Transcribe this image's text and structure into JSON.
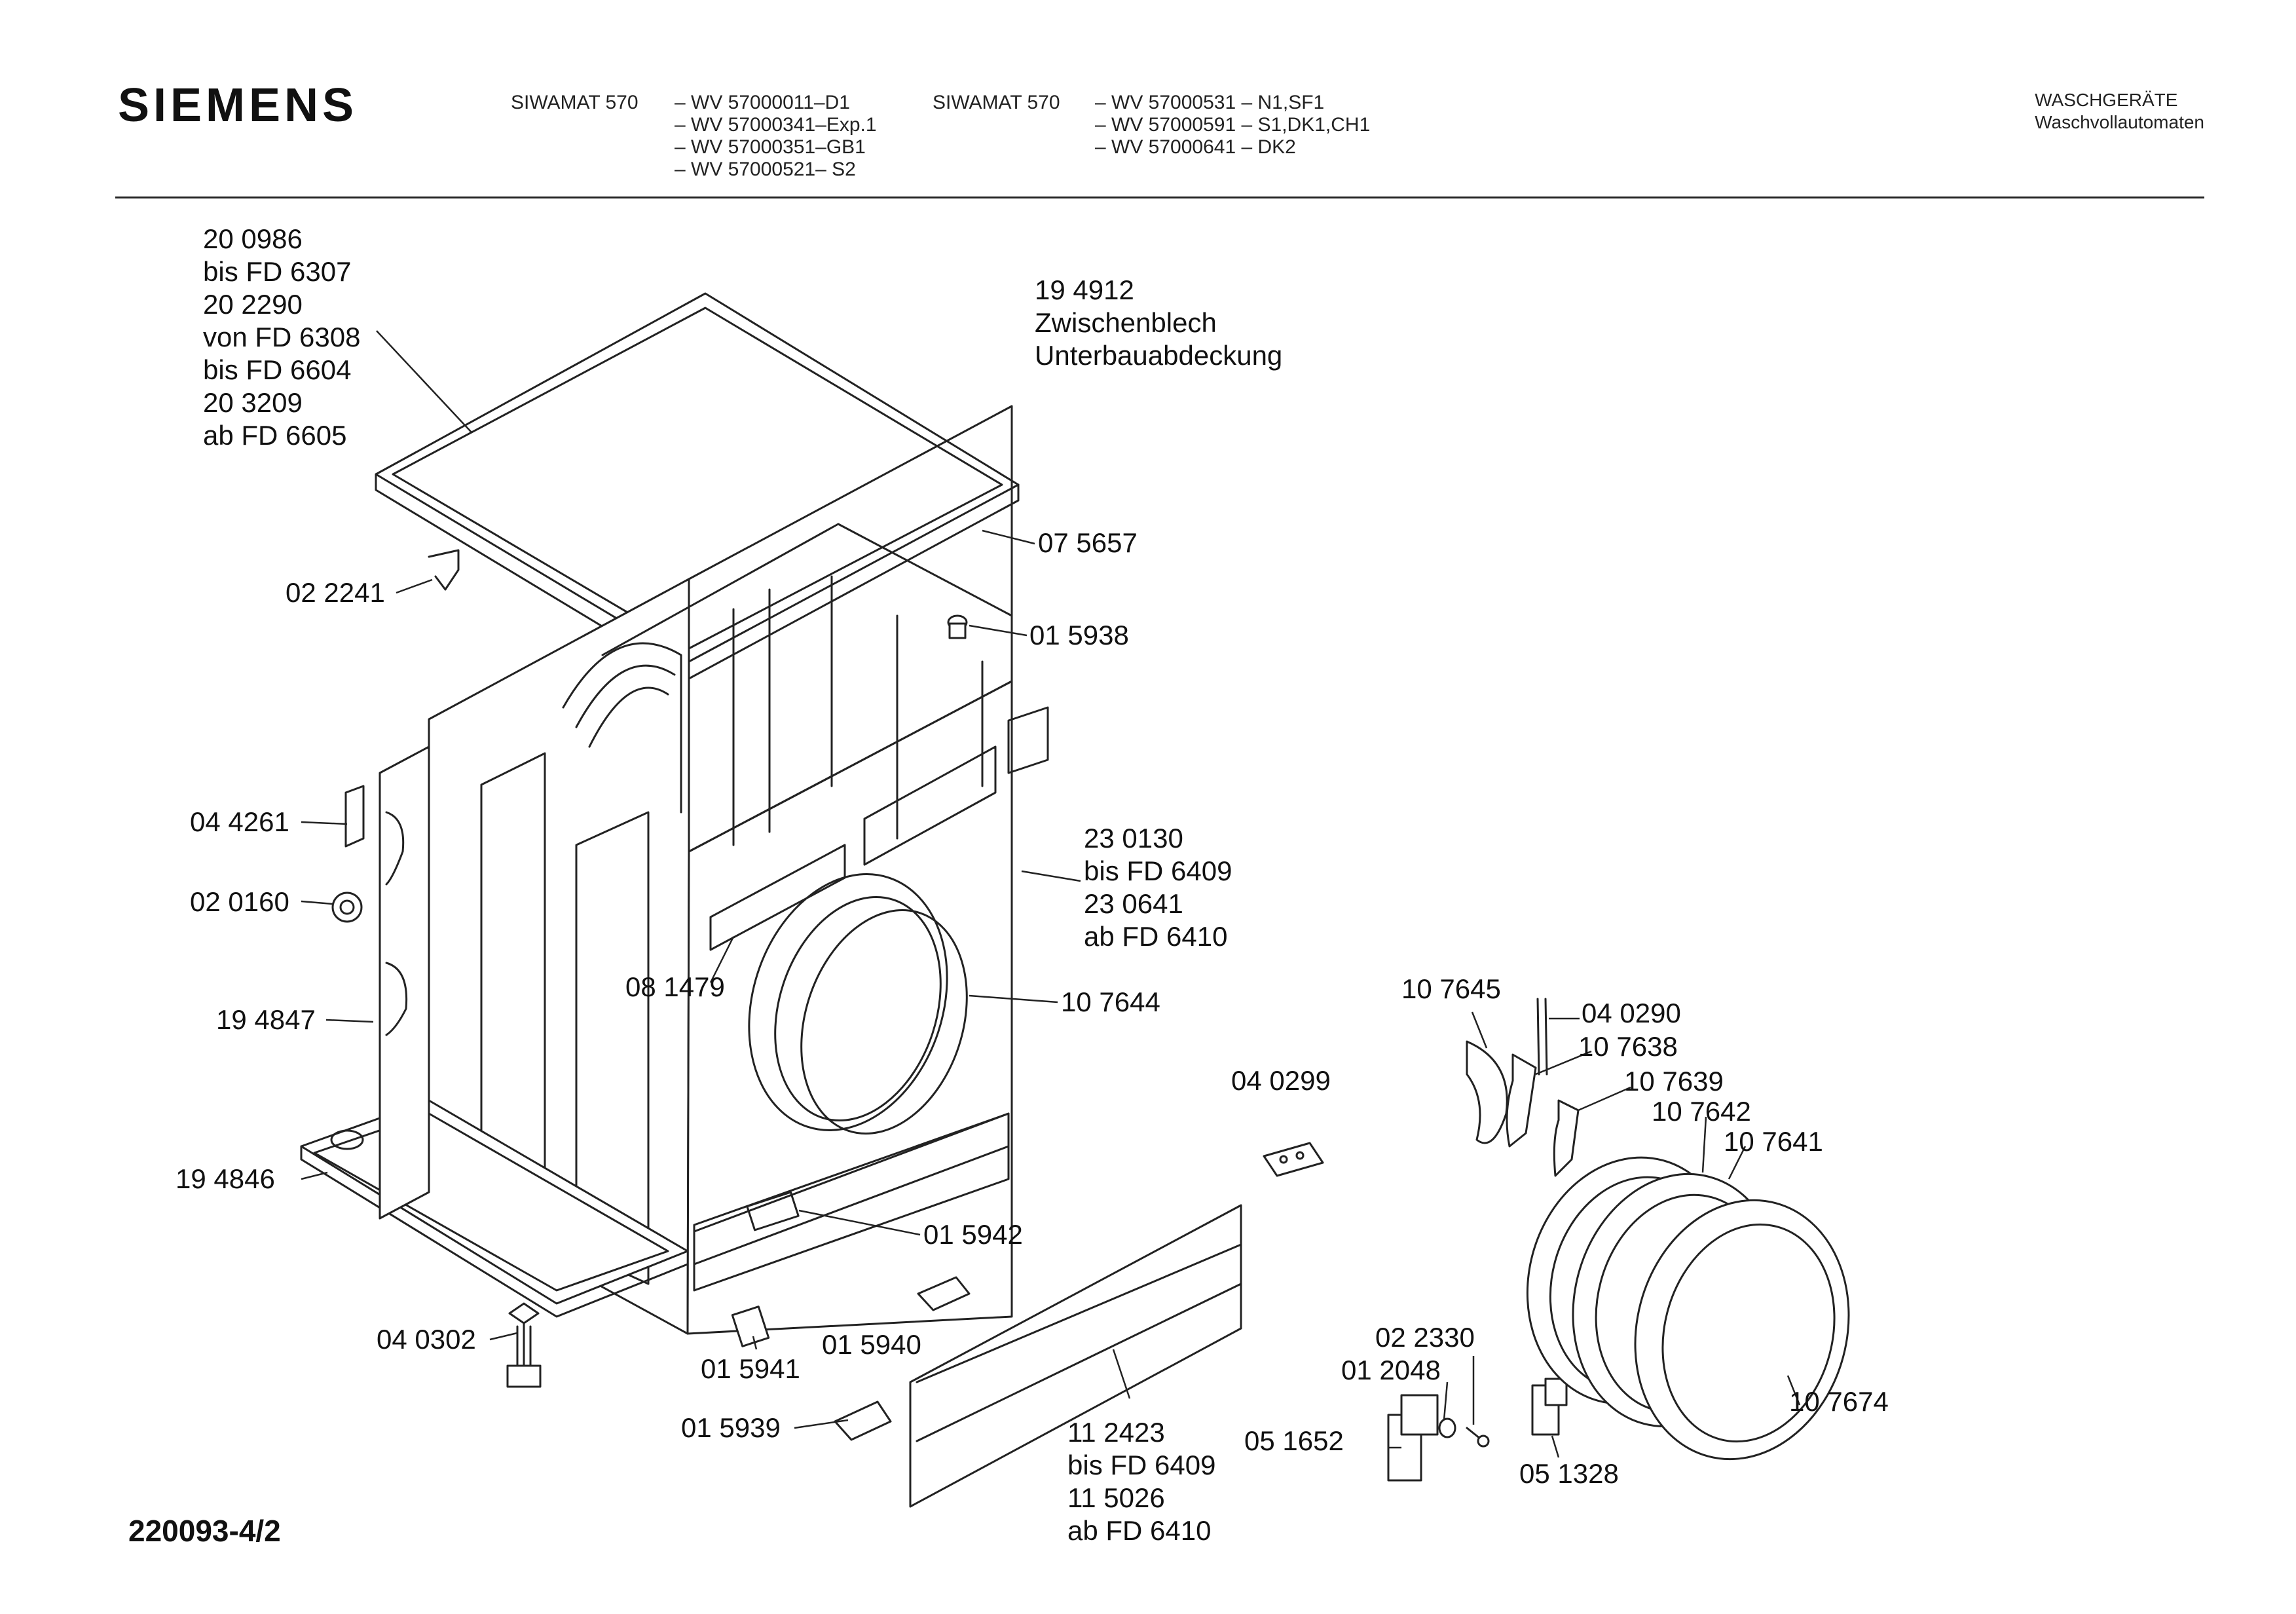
{
  "header": {
    "brand": "SIEMENS",
    "model_block_left": {
      "model": "SIWAMAT 570",
      "variants": [
        "– WV 57000011–D1",
        "– WV 57000341–Exp.1",
        "– WV 57000351–GB1",
        "– WV 57000521– S2"
      ]
    },
    "model_block_right": {
      "model": "SIWAMAT 570",
      "variants": [
        "– WV 57000531 – N1,SF1",
        "– WV 57000591 – S1,DK1,CH1",
        "– WV 57000641 – DK2"
      ]
    },
    "category": [
      "WASCHGERÄTE",
      "Waschvollautomaten"
    ]
  },
  "part_labels": {
    "top_cover": [
      "20 0986",
      "bis FD 6307",
      "20 2290",
      "von FD 6308",
      "bis FD 6604",
      "20 3209",
      "ab FD 6605"
    ],
    "zwischenblech": [
      "19 4912",
      "Zwischenblech",
      "Unterbauabdeckung"
    ],
    "p075657": "07 5657",
    "p022241": "02 2241",
    "p015938": "01 5938",
    "p044261": "04 4261",
    "p020160": "02 0160",
    "p194847": "19 4847",
    "p194846": "19 4846",
    "p081479": "08 1479",
    "front_panel": [
      "23 0130",
      "bis FD 6409",
      "23 0641",
      "ab FD 6410"
    ],
    "p107644": "10 7644",
    "p015942": "01 5942",
    "p040302": "04 0302",
    "p015940": "01 5940",
    "p015941": "01 5941",
    "p015939": "01 5939",
    "plinth": [
      "11 2423",
      "bis FD 6409",
      "11 5026",
      "ab FD 6410"
    ],
    "p040299": "04 0299",
    "p107645": "10 7645",
    "p040290": "04 0290",
    "p107638": "10 7638",
    "p107639": "10 7639",
    "p107642": "10 7642",
    "p107641": "10 7641",
    "p107674": "10 7674",
    "p022330": "02 2330",
    "p012048": "01 2048",
    "p051652": "05 1652",
    "p051328": "05 1328"
  },
  "footer": {
    "document_number": "220093-4/2"
  }
}
